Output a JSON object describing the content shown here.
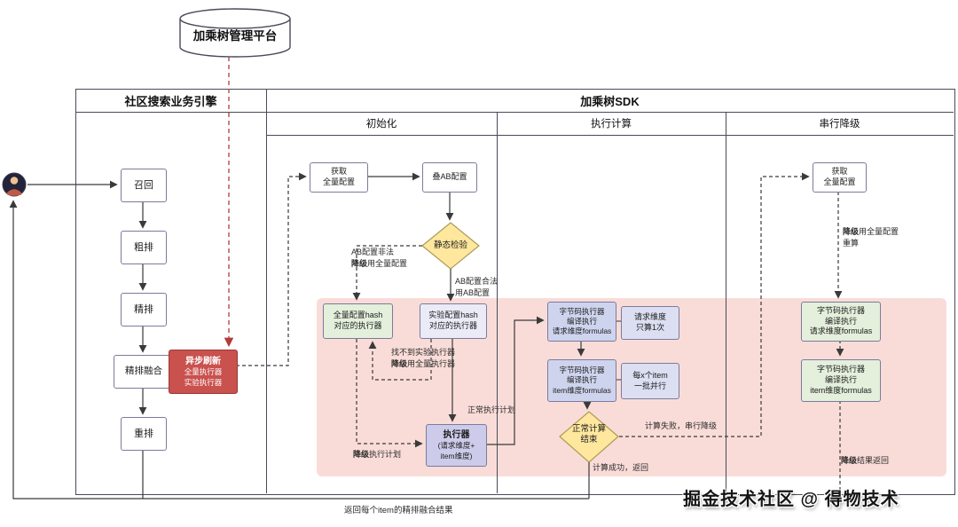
{
  "platform": {
    "label": "加乘树管理平台"
  },
  "engine": {
    "title": "社区搜索业务引擎",
    "recall": "召回",
    "rough_rank": "粗排",
    "fine_rank": "精排",
    "fusion": "精排融合",
    "rerank": "重排",
    "async_refresh": {
      "title": "异步刷新",
      "line1": "全量执行器",
      "line2": "实验执行器"
    }
  },
  "sdk": {
    "title": "加乘树SDK",
    "col_init": "初始化",
    "col_exec": "执行计算",
    "col_serial": "串行降级"
  },
  "init": {
    "fetch_1": "获取",
    "fetch_2": "全量配置",
    "stack_ab": "叠AB配置",
    "static_check": "静态检验",
    "full_hash_1": "全量配置hash",
    "full_hash_2": "对应的执行器",
    "exp_hash_1": "实验配置hash",
    "exp_hash_2": "对应的执行器",
    "executor_title": "执行器",
    "executor_1": "(请求维度+",
    "executor_2": "item维度)"
  },
  "exec": {
    "bc_req_1": "字节码执行器",
    "bc_req_2": "编译执行",
    "bc_req_3": "请求维度formulas",
    "req_once_1": "请求维度",
    "req_once_2": "只算1次",
    "bc_item_1": "字节码执行器",
    "bc_item_2": "编译执行",
    "bc_item_3": "item维度formulas",
    "batch_1": "每x个item",
    "batch_2": "一批并行",
    "done_1": "正常计算",
    "done_2": "结束"
  },
  "serial": {
    "fetch_1": "获取",
    "fetch_2": "全量配置",
    "bc_req_1": "字节码执行器",
    "bc_req_2": "编译执行",
    "bc_req_3": "请求维度formulas",
    "bc_item_1": "字节码执行器",
    "bc_item_2": "编译执行",
    "bc_item_3": "item维度formulas"
  },
  "labels": {
    "ab_invalid_1": "AB配置非法",
    "ab_invalid_2b": "降级",
    "ab_invalid_2r": "用全量配置",
    "ab_valid_1": "AB配置合法",
    "ab_valid_2": "用AB配置",
    "no_exp_1": "找不到实验执行器",
    "no_exp_2b": "降级",
    "no_exp_2r": "用全量执行器",
    "normal_plan": "正常执行计划",
    "degrade_plan_b": "降级",
    "degrade_plan_r": "执行计划",
    "calc_fail": "计算失败，串行降级",
    "calc_ok": "计算成功，返回",
    "recalc_1b": "降级",
    "recalc_1r": "用全量配置",
    "recalc_2": "重算",
    "degrade_return_b": "降级",
    "degrade_return_r": "结果返回",
    "bottom_return": "返回每个item的精排融合结果"
  },
  "watermark": "掘金技术社区 @ 得物技术",
  "colors": {
    "accent_red": "#c9514e",
    "diamond_yellow": "#ffe79e",
    "green_box": "#e4efdc",
    "lavender_box": "#cfd4ee",
    "pink_region": "#f9dcd8",
    "red_dashed_arrow": "#b23b3b"
  }
}
